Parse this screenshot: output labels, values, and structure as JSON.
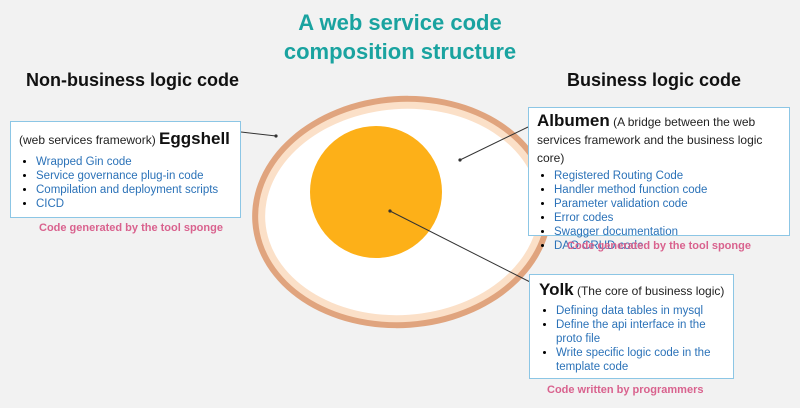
{
  "title": {
    "line1": "A web service code",
    "line2": "composition structure"
  },
  "left_heading": "Non-business logic code",
  "right_heading": "Business logic code",
  "eggshell": {
    "prefix": "(web services framework)",
    "name": "Eggshell",
    "items": [
      "Wrapped Gin code",
      "Service governance plug-in code",
      "Compilation and deployment scripts",
      "CICD"
    ],
    "footnote": "Code generated by the tool sponge"
  },
  "albumen": {
    "name": "Albumen",
    "description": "(A bridge between the web services framework and the business logic core)",
    "items": [
      "Registered Routing Code",
      "Handler method function code",
      "Parameter validation code",
      "Error codes",
      "Swagger documentation",
      "DAO CRUD code"
    ],
    "footnote": "Code generated by the tool sponge"
  },
  "yolk": {
    "name": "Yolk",
    "description": "(The core of business logic)",
    "items": [
      "Defining data tables in mysql",
      "Define the api interface in the proto file",
      "Write specific logic code in the template code"
    ],
    "footnote": "Code written by programmers"
  },
  "colors": {
    "background": "#f2f2f2",
    "title": "#1aa3a0",
    "shell_outer": "#e0a47e",
    "shell_inner": "#fbe0c8",
    "albumen": "#ffffff",
    "yolk": "#fdb018",
    "box_border": "#8cc6e5",
    "list_text": "#2b72b8",
    "footnote": "#d9628e"
  }
}
